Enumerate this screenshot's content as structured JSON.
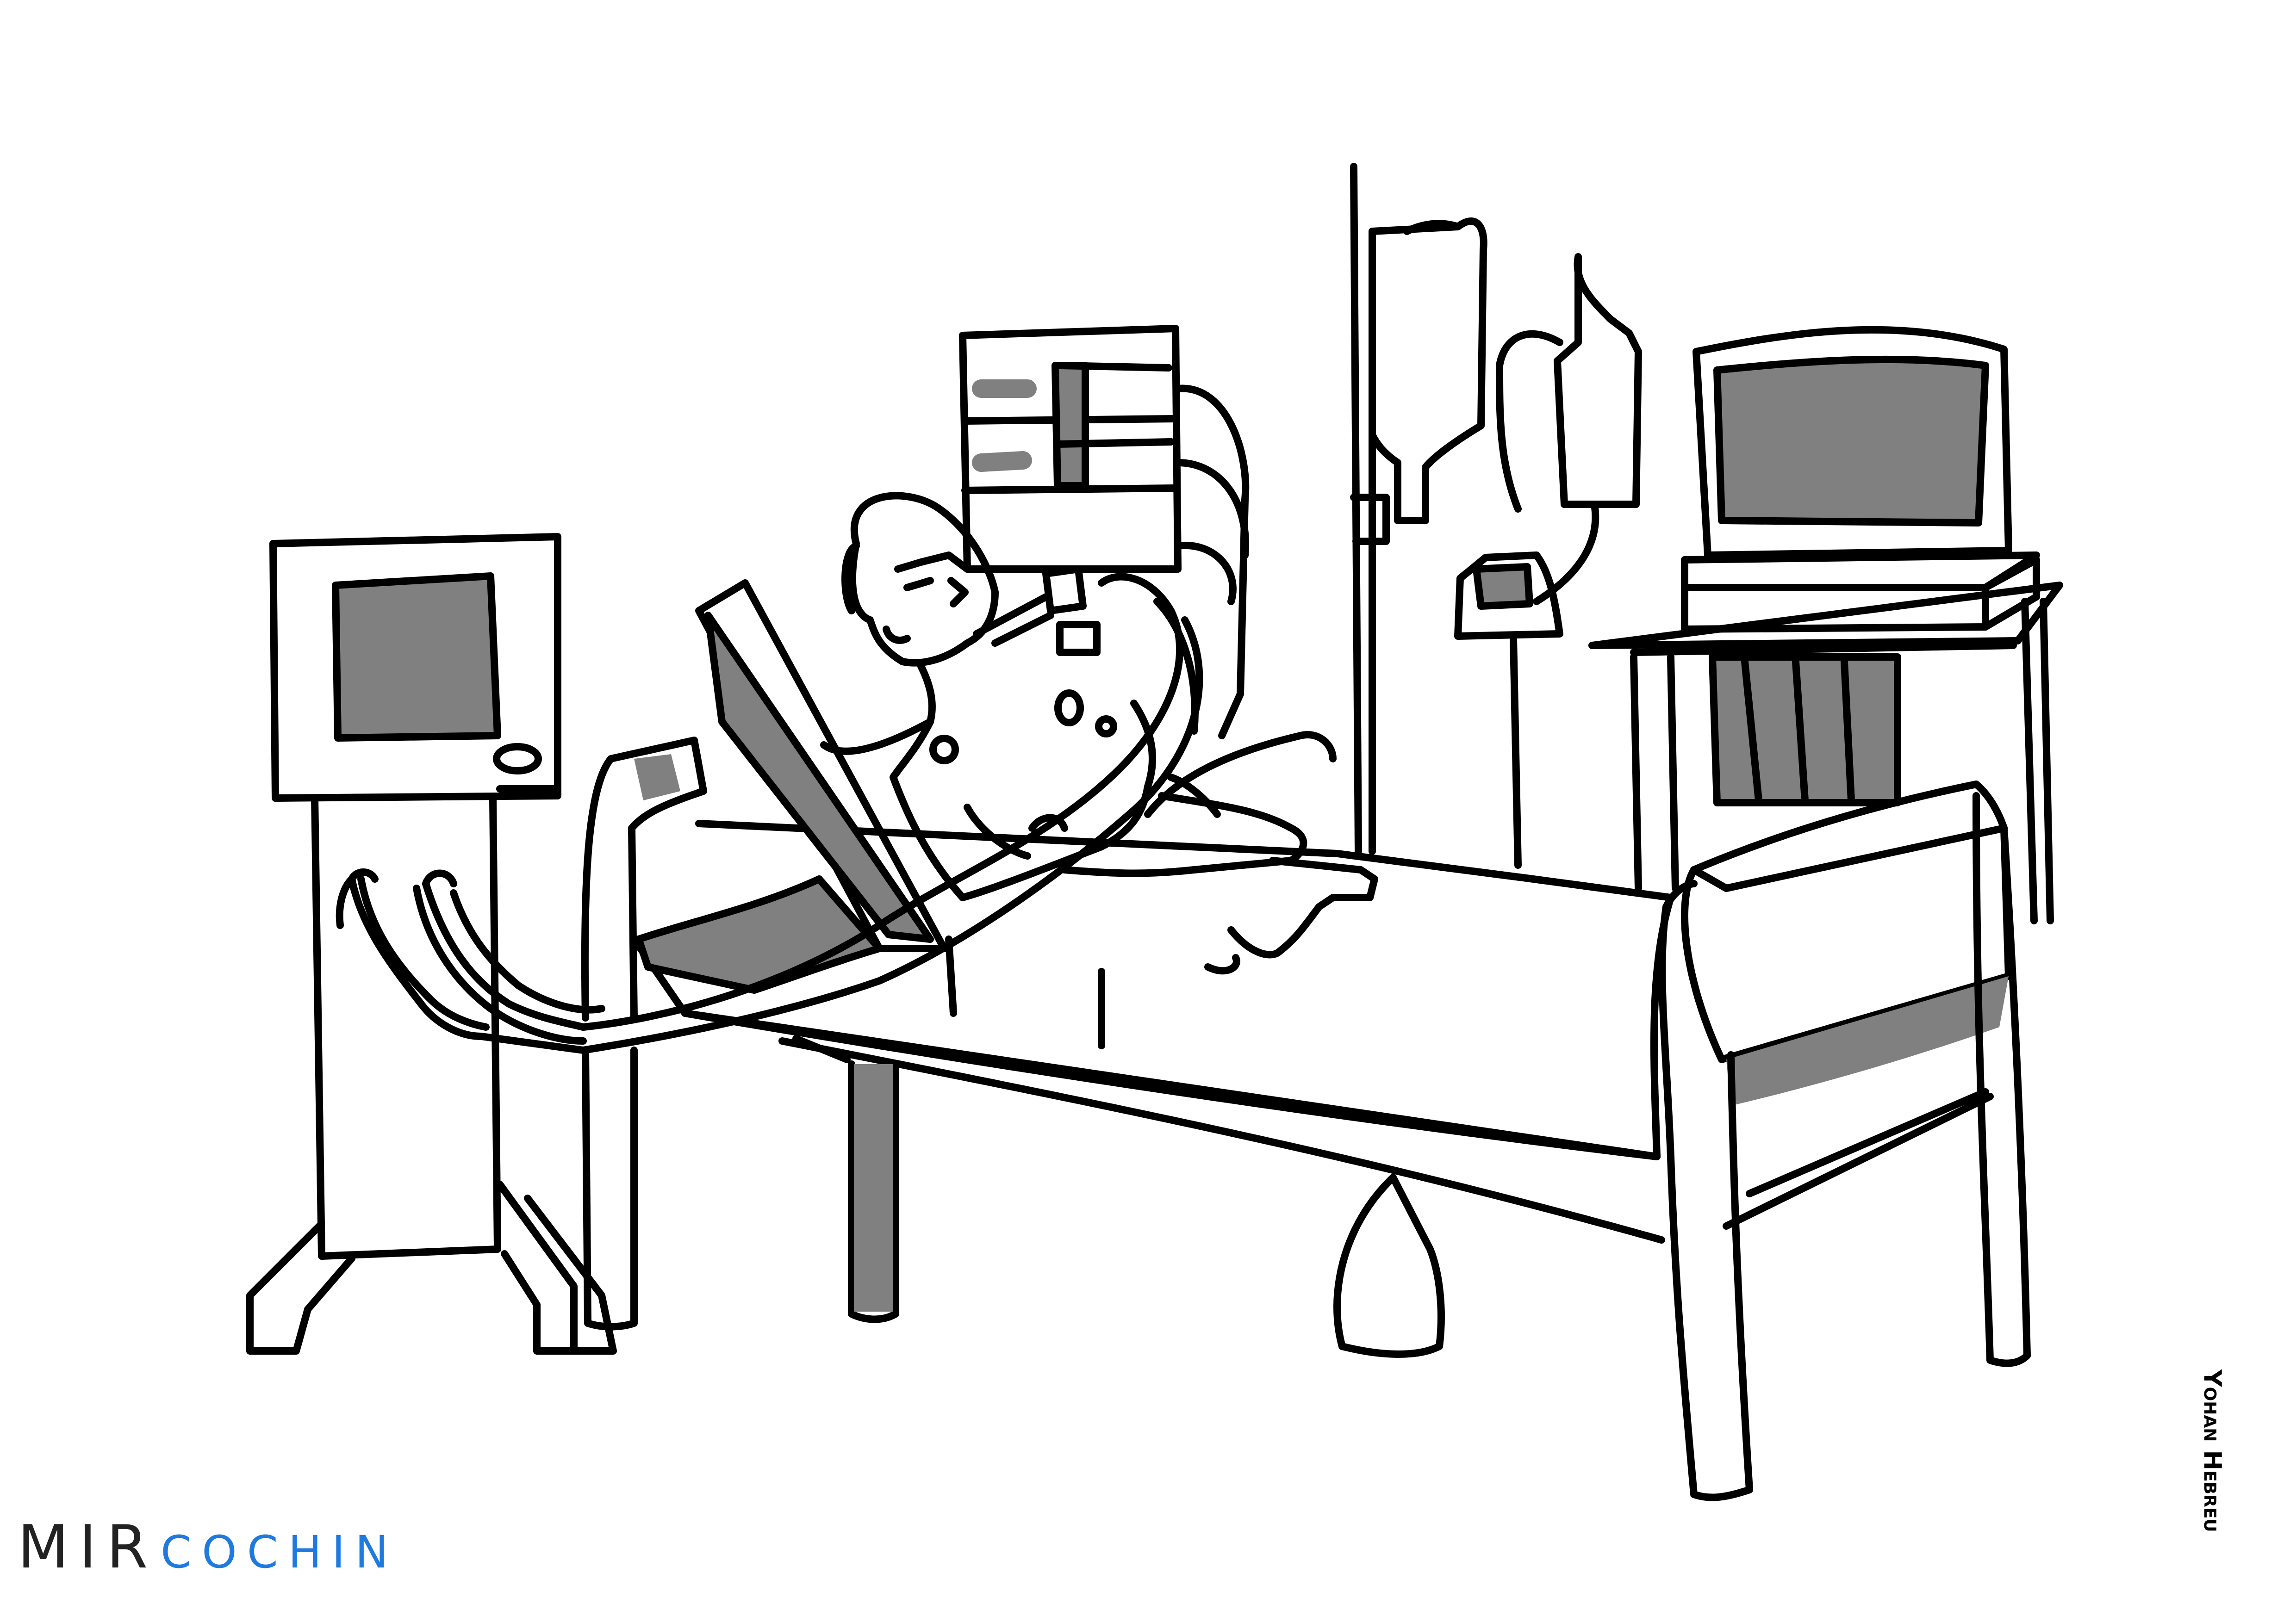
{
  "illustration": {
    "subject": "intensive-care-patient-on-ventilator",
    "colors": {
      "line": "#000000",
      "fill": "#808080",
      "background": "#ffffff",
      "brand_accent": "#1f7ae0",
      "brand_dark": "#222222"
    }
  },
  "branding": {
    "primary": "MIR",
    "secondary": "COCHIN"
  },
  "credit": {
    "author": "Yohan Hebreu"
  }
}
